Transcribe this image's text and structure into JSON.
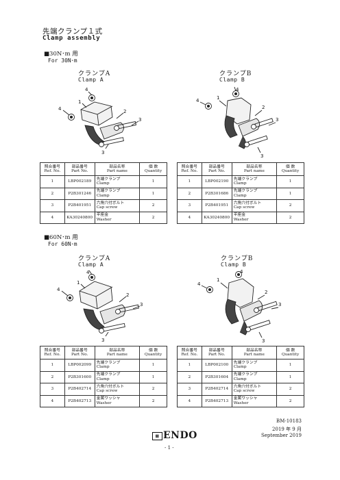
{
  "doc": {
    "title_jp": "先端クランプ１式",
    "title_en": "Clamp assembly"
  },
  "sections": [
    {
      "label_jp": "■30N･m 用",
      "label_en": "For 30N･m",
      "clamps": [
        {
          "name_jp": "クランプA",
          "name_en": "Clamp A",
          "callouts": [
            "1",
            "2",
            "3",
            "3",
            "4",
            "4"
          ],
          "rows": [
            {
              "ref": "1",
              "part": "LBP002189",
              "name_jp": "先端クランプ",
              "name_en": "Clamp",
              "qty": "1"
            },
            {
              "ref": "2",
              "part": "P2B301246",
              "name_jp": "先端クランプ",
              "name_en": "Clamp",
              "qty": "1"
            },
            {
              "ref": "3",
              "part": "P2B401951",
              "name_jp": "六角穴付ボルト",
              "name_en": "Cap screw",
              "qty": "2"
            },
            {
              "ref": "4",
              "part": "KA30240800",
              "name_jp": "平座金",
              "name_en": "Washer",
              "qty": "2"
            }
          ]
        },
        {
          "name_jp": "クランプB",
          "name_en": "Clamp B",
          "callouts": [
            "1",
            "2",
            "3",
            "3",
            "4",
            "4"
          ],
          "rows": [
            {
              "ref": "1",
              "part": "LBP002190",
              "name_jp": "先端クランプ",
              "name_en": "Clamp",
              "qty": "1"
            },
            {
              "ref": "2",
              "part": "P2B301686",
              "name_jp": "先端クランプ",
              "name_en": "Clamp",
              "qty": "1"
            },
            {
              "ref": "3",
              "part": "P2B401951",
              "name_jp": "六角穴付ボルト",
              "name_en": "Cap screw",
              "qty": "2"
            },
            {
              "ref": "4",
              "part": "KA30240800",
              "name_jp": "平座金",
              "name_en": "Washer",
              "qty": "2"
            }
          ]
        }
      ]
    },
    {
      "label_jp": "■60N･m 用",
      "label_en": "For 60N･m",
      "clamps": [
        {
          "name_jp": "クランプA",
          "name_en": "Clamp A",
          "callouts": [
            "1",
            "2",
            "3",
            "3",
            "4",
            "4"
          ],
          "rows": [
            {
              "ref": "1",
              "part": "LBP002099",
              "name_jp": "先端クランプ",
              "name_en": "Clamp",
              "qty": "1"
            },
            {
              "ref": "2",
              "part": "P2B301600",
              "name_jp": "先端クランプ",
              "name_en": "Clamp",
              "qty": "1"
            },
            {
              "ref": "3",
              "part": "P2B402714",
              "name_jp": "六角穴付ボルト",
              "name_en": "Cap screw",
              "qty": "2"
            },
            {
              "ref": "4",
              "part": "P2B402713",
              "name_jp": "金属ワッシャ",
              "name_en": "Washer",
              "qty": "2"
            }
          ]
        },
        {
          "name_jp": "クランプB",
          "name_en": "Clamp B",
          "callouts": [
            "1",
            "2",
            "3",
            "3",
            "4",
            "4"
          ],
          "rows": [
            {
              "ref": "1",
              "part": "LBP002100",
              "name_jp": "先端クランプ",
              "name_en": "Clamp",
              "qty": "1"
            },
            {
              "ref": "2",
              "part": "P2B301604",
              "name_jp": "先端クランプ",
              "name_en": "Clamp",
              "qty": "1"
            },
            {
              "ref": "3",
              "part": "P2B402714",
              "name_jp": "六角穴付ボルト",
              "name_en": "Cap screw",
              "qty": "2"
            },
            {
              "ref": "4",
              "part": "P2B402713",
              "name_jp": "金属ワッシャ",
              "name_en": "Washer",
              "qty": "2"
            }
          ]
        }
      ]
    }
  ],
  "table_headers": {
    "ref_jp": "照合番号",
    "ref_en": "Ref. No.",
    "part_jp": "部品番号",
    "part_en": "Part No.",
    "name_jp": "部品名称",
    "name_en": "Part name",
    "qty_jp": "個 数",
    "qty_en": "Quantity"
  },
  "footer": {
    "doc_no": "BM-10183",
    "date_jp": "2019 年 9 月",
    "date_en": "September  2019",
    "logo": "ENDO",
    "page": "- 1 -"
  }
}
